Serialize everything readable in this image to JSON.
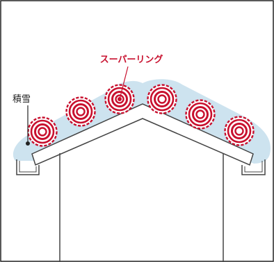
{
  "labels": {
    "product": "スーパーリング",
    "snow": "積雪"
  },
  "colors": {
    "ring": "#c8102e",
    "snow": "#cde3ef",
    "line": "#444444",
    "border": "#222222"
  },
  "ring_count": 6
}
